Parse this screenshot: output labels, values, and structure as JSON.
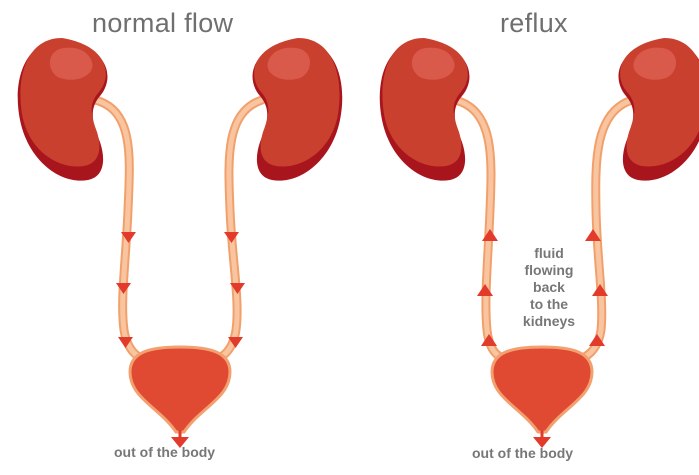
{
  "titles": {
    "left": "normal flow",
    "right": "reflux"
  },
  "captions": {
    "left": "out of the body",
    "right": "out of the body"
  },
  "reflux_note": {
    "lines": [
      "fluid",
      "flowing",
      "back",
      "to the",
      "kidneys"
    ]
  },
  "colors": {
    "kidney": "#c9402e",
    "kidney_shadow": "#a9151d",
    "kidney_highlight": "#d9594a",
    "ureter": "#f6b98f",
    "ureter_edge": "#f2a06b",
    "bladder": "#e04a33",
    "bladder_edge": "#f3a070",
    "arrow": "#e23a2b",
    "text": "#6f6f6f"
  },
  "flow_direction": {
    "left": "down",
    "right": "up"
  }
}
